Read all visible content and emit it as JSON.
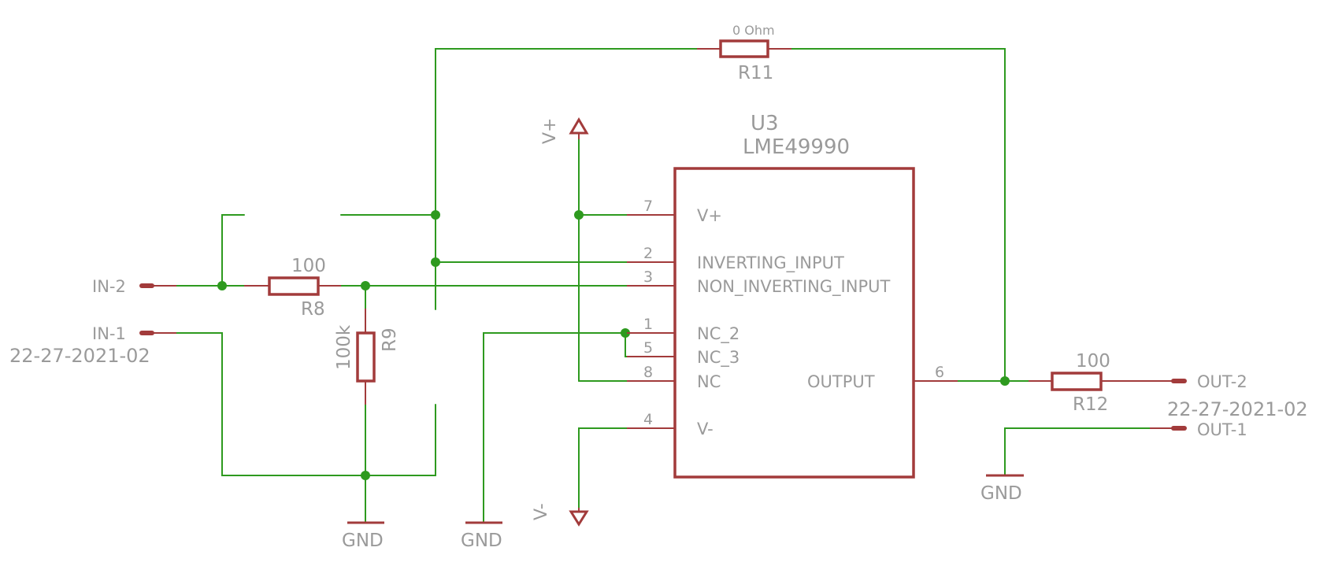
{
  "parts": {
    "u3": {
      "refdes": "U3",
      "value": "LME49990",
      "pins": [
        {
          "num": "7",
          "name": "V+"
        },
        {
          "num": "2",
          "name": "INVERTING_INPUT"
        },
        {
          "num": "3",
          "name": "NON_INVERTING_INPUT"
        },
        {
          "num": "1",
          "name": "NC_2"
        },
        {
          "num": "5",
          "name": "NC_3"
        },
        {
          "num": "8",
          "name": "NC"
        },
        {
          "num": "4",
          "name": "V-"
        },
        {
          "num": "6",
          "name": "OUTPUT"
        }
      ]
    },
    "r8": {
      "refdes": "R8",
      "value": "100"
    },
    "r9": {
      "refdes": "R9",
      "value": "100k"
    },
    "r11": {
      "refdes": "R11",
      "value": "0 Ohm"
    },
    "r12": {
      "refdes": "R12",
      "value": "100"
    }
  },
  "connectors": {
    "in2": "IN-2",
    "in1": "IN-1",
    "in_part": "22-27-2021-02",
    "out2": "OUT-2",
    "out1": "OUT-1",
    "out_part": "22-27-2021-02"
  },
  "supplies": {
    "vplus": "V+",
    "vminus": "V-",
    "gnd": "GND"
  },
  "colors": {
    "wire": "#2e9a1f",
    "component": "#a23b3b",
    "text": "#9a9a9a",
    "background": "#ffffff"
  }
}
